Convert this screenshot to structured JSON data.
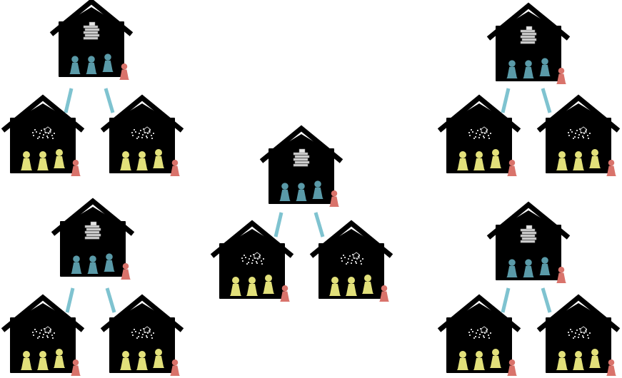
{
  "colors": {
    "background": "#ffffff",
    "house": "#000000",
    "roof_stroke": "#000000",
    "pawn_teal": "#5a9aa8",
    "pawn_yellow": "#e2e07a",
    "pawn_red": "#d9736b",
    "connector": "#7fc3d0",
    "book_icon": "#cfcfcf",
    "scatter_icon": "#cfcfcf"
  },
  "clusters": [
    {
      "id": "cluster-top-left",
      "parent": {
        "icon": "books-icon",
        "pawn_color": "pawn_teal",
        "pawns": 3,
        "leader": true
      },
      "children": [
        {
          "icon": "scatter-icon",
          "pawn_color": "pawn_yellow",
          "pawns": 3,
          "leader": true
        },
        {
          "icon": "scatter-icon",
          "pawn_color": "pawn_yellow",
          "pawns": 3,
          "leader": true
        }
      ]
    },
    {
      "id": "cluster-bottom-left",
      "parent": {
        "icon": "books-icon",
        "pawn_color": "pawn_teal",
        "pawns": 3,
        "leader": true
      },
      "children": [
        {
          "icon": "scatter-icon",
          "pawn_color": "pawn_yellow",
          "pawns": 3,
          "leader": true
        },
        {
          "icon": "scatter-icon",
          "pawn_color": "pawn_yellow",
          "pawns": 3,
          "leader": true
        }
      ]
    },
    {
      "id": "cluster-center",
      "parent": {
        "icon": "books-icon",
        "pawn_color": "pawn_teal",
        "pawns": 3,
        "leader": true
      },
      "children": [
        {
          "icon": "scatter-icon",
          "pawn_color": "pawn_yellow",
          "pawns": 3,
          "leader": true
        },
        {
          "icon": "scatter-icon",
          "pawn_color": "pawn_yellow",
          "pawns": 3,
          "leader": true
        }
      ]
    },
    {
      "id": "cluster-top-right",
      "parent": {
        "icon": "books-icon",
        "pawn_color": "pawn_teal",
        "pawns": 3,
        "leader": true
      },
      "children": [
        {
          "icon": "scatter-icon",
          "pawn_color": "pawn_yellow",
          "pawns": 3,
          "leader": true
        },
        {
          "icon": "scatter-icon",
          "pawn_color": "pawn_yellow",
          "pawns": 3,
          "leader": true
        }
      ]
    },
    {
      "id": "cluster-bottom-right",
      "parent": {
        "icon": "books-icon",
        "pawn_color": "pawn_teal",
        "pawns": 3,
        "leader": true
      },
      "children": [
        {
          "icon": "scatter-icon",
          "pawn_color": "pawn_yellow",
          "pawns": 3,
          "leader": true
        },
        {
          "icon": "scatter-icon",
          "pawn_color": "pawn_yellow",
          "pawns": 3,
          "leader": true
        }
      ]
    }
  ]
}
